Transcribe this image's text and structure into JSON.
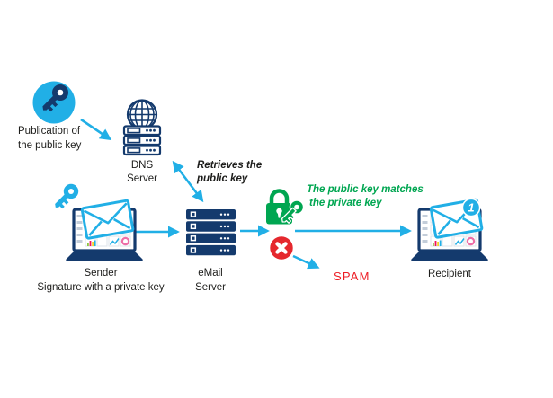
{
  "colors": {
    "cyan": "#21afe6",
    "navy": "#143a6d",
    "green": "#00a651",
    "red": "#e5282e",
    "spamred": "#ed1c24",
    "text": "#1d1d1b"
  },
  "nodes": {
    "publication": {
      "line1": "Publication of",
      "line2": "the public key"
    },
    "dns": {
      "line1": "DNS",
      "line2": "Server"
    },
    "sender": {
      "line1": "Sender",
      "line2": "Signature with a private key"
    },
    "email_server": {
      "line1": "eMail",
      "line2": "Server"
    },
    "recipient": {
      "label": "Recipient",
      "badge": "1"
    },
    "spam": {
      "label": "SPAM"
    }
  },
  "annotations": {
    "retrieves": {
      "line1": "Retrieves the",
      "line2": "public key"
    },
    "match": {
      "line1": "The public key matches",
      "line2": "the private key"
    }
  },
  "icons": {
    "publication": "key-icon",
    "dns": "globe-server-rack-icon",
    "sender": "laptop-envelope-key-icon",
    "email_server": "server-stack-icon",
    "verification": "padlock-key-icon",
    "rejected": "cross-circle-icon",
    "recipient": "laptop-envelope-badge-icon"
  }
}
